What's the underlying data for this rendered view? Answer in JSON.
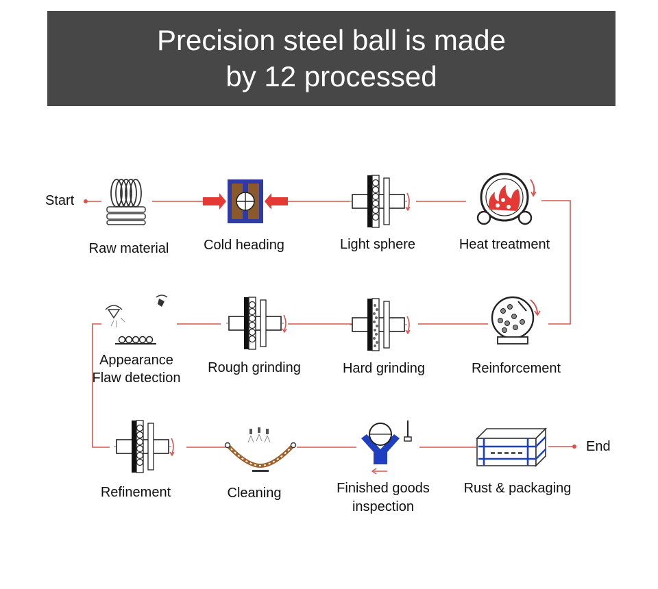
{
  "header": {
    "title_line1": "Precision steel ball is made",
    "title_line2": "by 12 processed"
  },
  "flow": {
    "start_label": "Start",
    "end_label": "End"
  },
  "steps": [
    {
      "label": "Raw material",
      "icon": "wire-coil-icon"
    },
    {
      "label": "Cold heading",
      "icon": "cold-heading-press-icon"
    },
    {
      "label": "Light sphere",
      "icon": "grinding-plate-icon"
    },
    {
      "label": "Heat treatment",
      "icon": "furnace-icon"
    },
    {
      "label": "Reinforcement",
      "icon": "drum-tumbler-icon"
    },
    {
      "label": "Hard grinding",
      "icon": "grinding-plate-icon"
    },
    {
      "label": "Rough grinding",
      "icon": "grinding-plate-icon"
    },
    {
      "label_line1": "Appearance",
      "label_line2": "Flaw detection",
      "icon": "inspection-lamp-icon"
    },
    {
      "label": "Refinement",
      "icon": "grinding-plate-icon"
    },
    {
      "label": "Cleaning",
      "icon": "conveyor-wash-icon"
    },
    {
      "label_line1": "Finished goods",
      "label_line2": "inspection",
      "icon": "gauge-inspection-icon"
    },
    {
      "label": "Rust & packaging",
      "icon": "package-box-icon"
    }
  ],
  "colors": {
    "banner": "#474747",
    "connector": "#d9534f",
    "arrow_red": "#e53935",
    "die_blue": "#2e3aa8",
    "die_brown": "#8b5a2b",
    "flame_red": "#e53935",
    "press_blue": "#1e3fbf",
    "conveyor_brown": "#a0612b"
  }
}
